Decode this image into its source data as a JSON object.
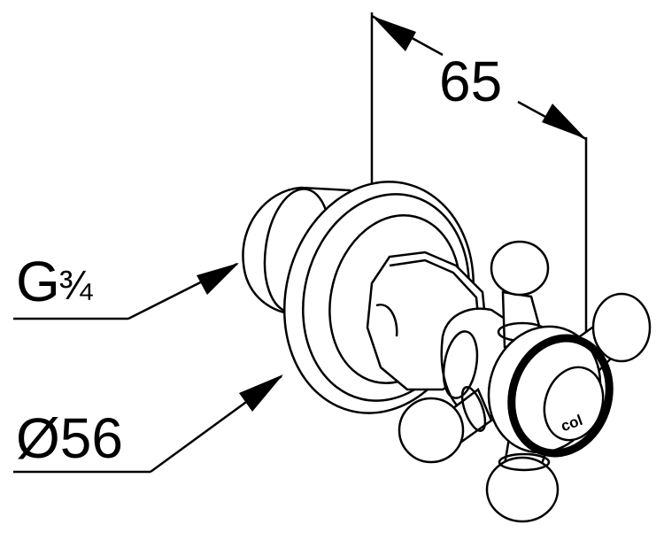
{
  "dimensions": {
    "depth": "65",
    "thread_main": "G",
    "thread_fraction": "¾",
    "diameter": "Ø56"
  },
  "handle_label": "col"
}
